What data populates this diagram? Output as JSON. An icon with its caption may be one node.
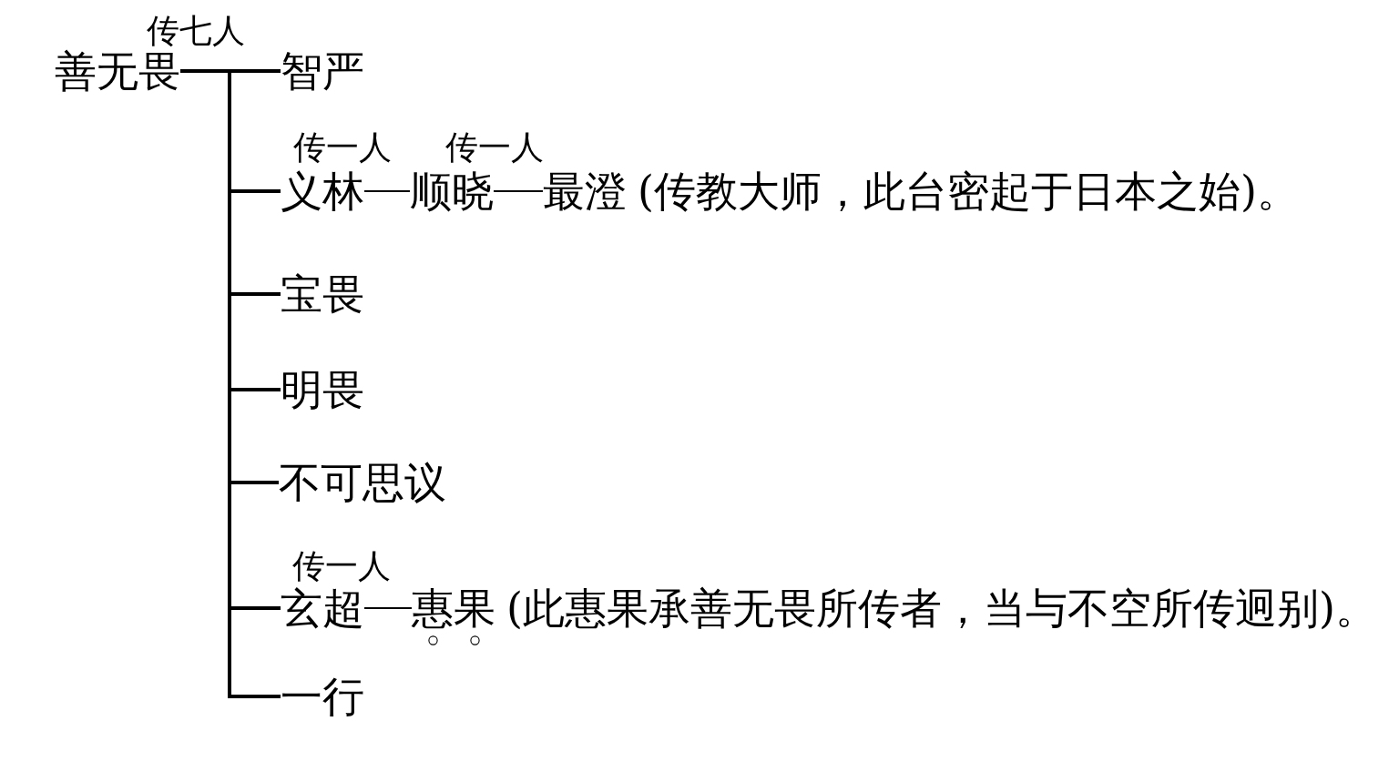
{
  "diagram": {
    "nodes": [
      {
        "text": [
          "善无畏"
        ]
      },
      {
        "text": [
          "智严"
        ]
      },
      {
        "text": [
          "义林"
        ]
      },
      {
        "text": [
          "顺晓"
        ]
      },
      {
        "text": [
          "最澄"
        ],
        "beside": [
          "(传教大师，此台密起于日本之始)。"
        ]
      },
      {
        "text": [
          "宝畏"
        ]
      },
      {
        "text": [
          "明畏"
        ]
      },
      {
        "text": [
          "不可思议"
        ]
      },
      {
        "text": [
          "玄超"
        ]
      },
      {
        "text": [
          "惠果"
        ],
        "beside": [
          "(此惠果承善无畏所传者，当与不空所传迥别)。"
        ]
      },
      {
        "text": [
          "一行"
        ]
      }
    ],
    "edges": [
      {
        "from": 0,
        "to": 1,
        "arrow": "none",
        "label": "传七人"
      },
      {
        "from": 0,
        "to": 2,
        "arrow": "none"
      },
      {
        "from": 2,
        "to": 3,
        "arrow": "none",
        "label": "传一人"
      },
      {
        "from": 3,
        "to": 4,
        "arrow": "none",
        "label": "传一人"
      },
      {
        "from": 0,
        "to": 5,
        "arrow": "none"
      },
      {
        "from": 0,
        "to": 6,
        "arrow": "none"
      },
      {
        "from": 0,
        "to": 7,
        "arrow": "none"
      },
      {
        "from": 0,
        "to": 8,
        "arrow": "none"
      },
      {
        "from": 8,
        "to": 9,
        "arrow": "none",
        "label": "传一人"
      },
      {
        "from": 0,
        "to": 10,
        "arrow": "none"
      }
    ]
  }
}
